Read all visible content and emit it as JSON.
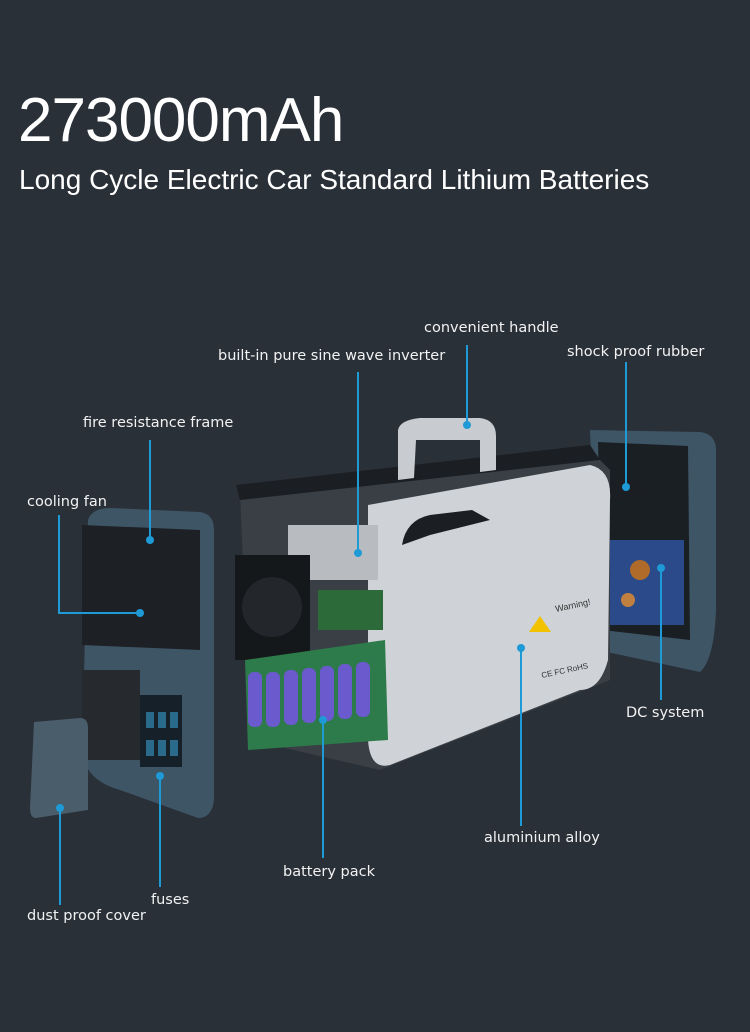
{
  "header": {
    "title": "273000mAh",
    "subtitle": "Long Cycle Electric Car Standard Lithium Batteries"
  },
  "callouts": [
    {
      "id": "convenient-handle",
      "label": "convenient handle"
    },
    {
      "id": "inverter",
      "label": "built-in pure sine wave inverter"
    },
    {
      "id": "shock-proof-rubber",
      "label": "shock proof rubber"
    },
    {
      "id": "fire-resistance-frame",
      "label": "fire resistance frame"
    },
    {
      "id": "cooling-fan",
      "label": "cooling fan"
    },
    {
      "id": "dc-system",
      "label": "DC system"
    },
    {
      "id": "aluminium-alloy",
      "label": "aluminium alloy"
    },
    {
      "id": "battery-pack",
      "label": "battery pack"
    },
    {
      "id": "fuses",
      "label": "fuses"
    },
    {
      "id": "dust-proof-cover",
      "label": "dust proof cover"
    }
  ],
  "product_markings": {
    "warning": "Warning!",
    "certs": "CE FC RoHS"
  },
  "colors": {
    "background": "#2a3038",
    "leader_line": "#1e9ad6",
    "text": "#ffffff"
  }
}
